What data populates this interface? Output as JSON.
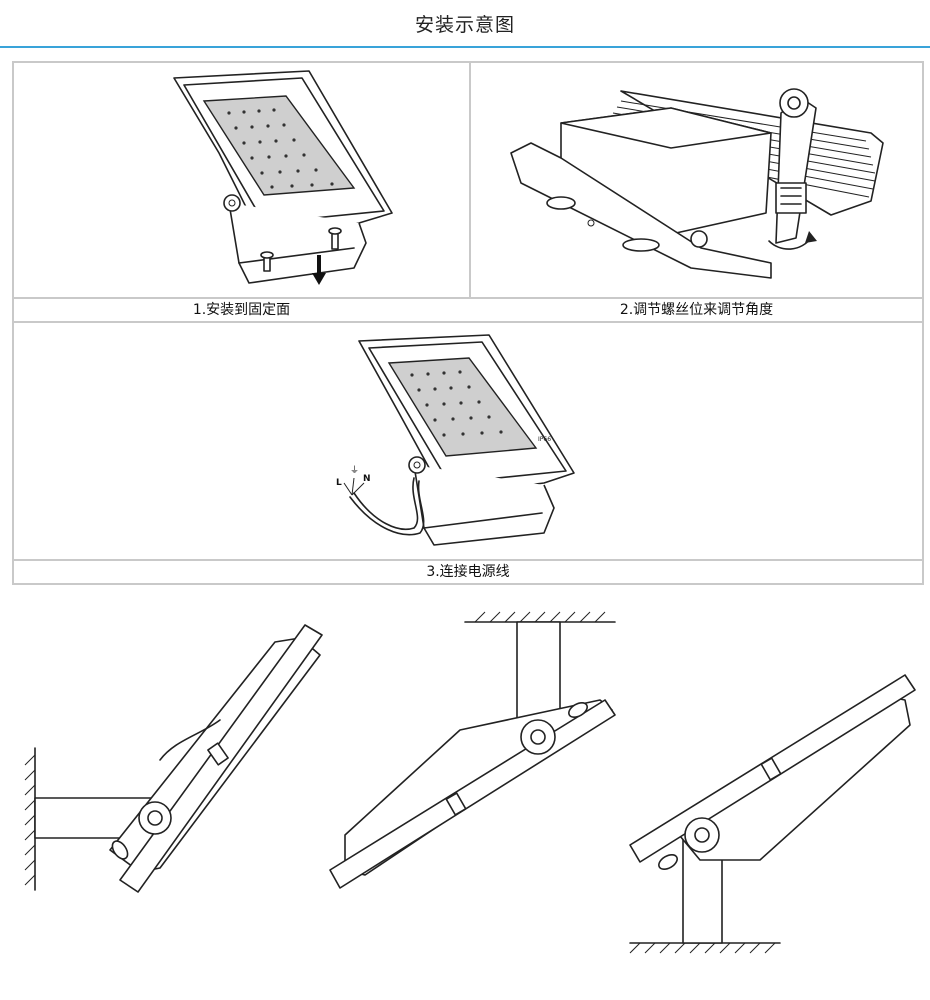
{
  "page": {
    "title": "安装示意图",
    "accent_color": "#39a3d9",
    "border_color": "#c9c9c9"
  },
  "steps": [
    {
      "caption": "1.安装到固定面",
      "icon": "floodlight-mount-screws-illustration"
    },
    {
      "caption": "2.调节螺丝位来调节角度",
      "icon": "floodlight-wrench-adjust-illustration"
    },
    {
      "caption": "3.连接电源线",
      "icon": "floodlight-wiring-illustration"
    }
  ],
  "wiring_labels": {
    "live": "L",
    "neutral": "N"
  },
  "lamp_marking": "IP66",
  "mount_examples": [
    {
      "icon": "wall-mount-diagram"
    },
    {
      "icon": "ceiling-mount-diagram"
    },
    {
      "icon": "ground-mount-diagram"
    }
  ]
}
